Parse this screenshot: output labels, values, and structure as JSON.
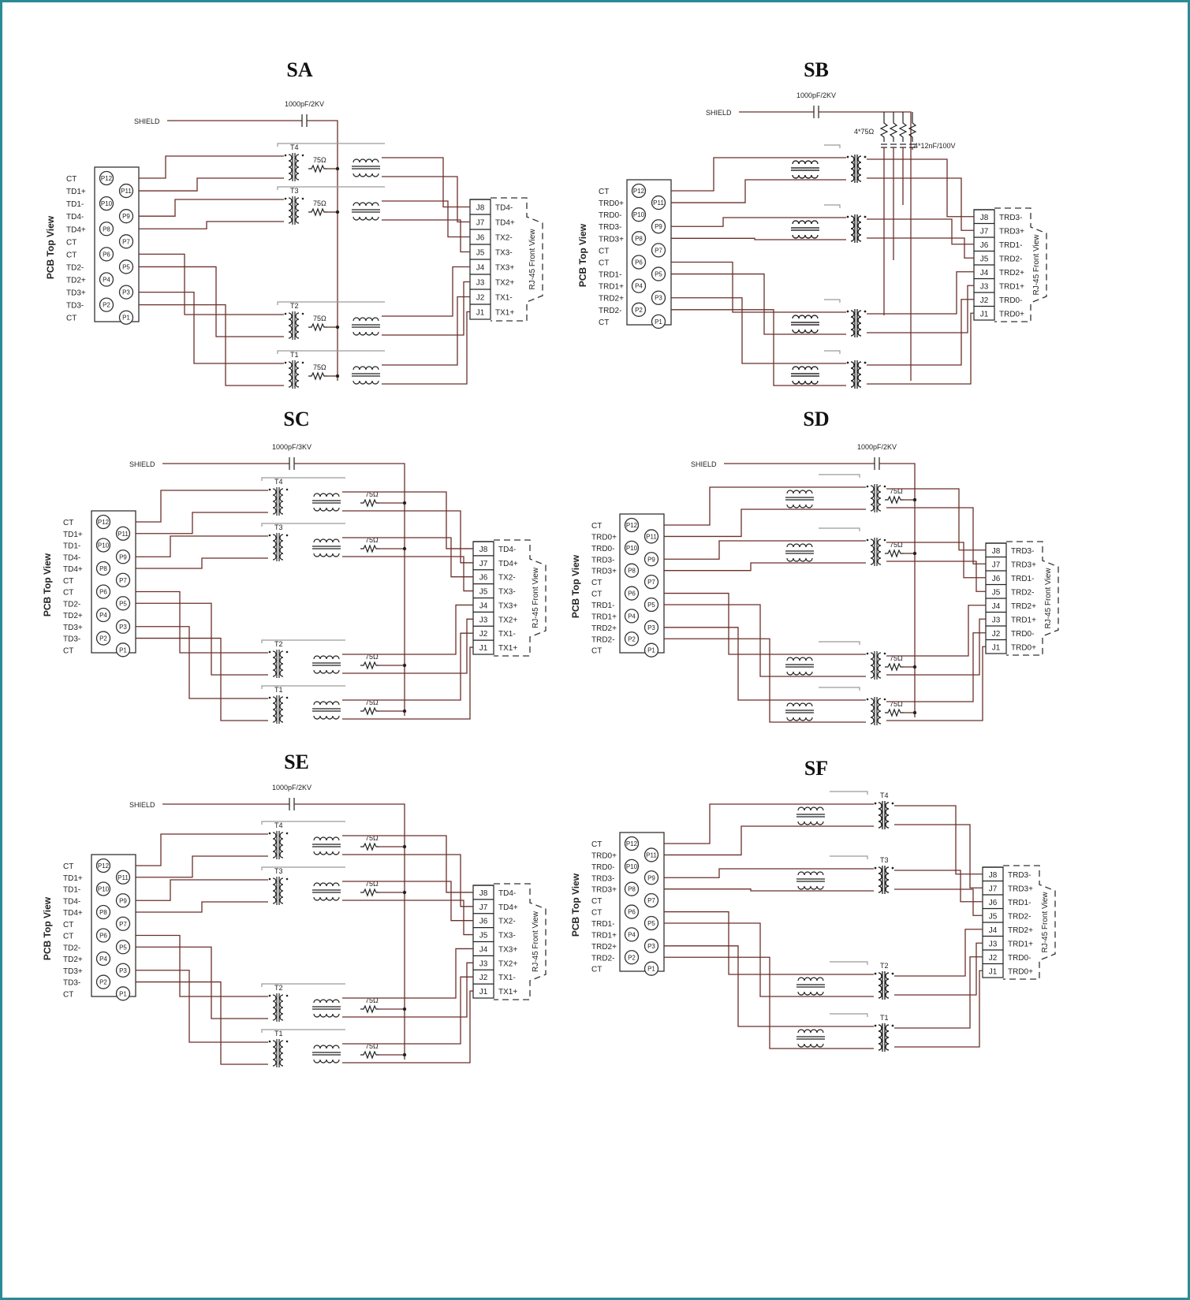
{
  "panels": [
    {
      "id": "SA",
      "title": "SA",
      "shield_label": "SHIELD",
      "cap_label": "1000pF/2KV",
      "transformer_labels": [
        "T4",
        "T3",
        "T2",
        "T1"
      ],
      "resistor_label": "75Ω",
      "left_labels": [
        "CT",
        "TD1+",
        "TD1-",
        "TD4-",
        "TD4+",
        "CT",
        "CT",
        "TD2-",
        "TD2+",
        "TD3+",
        "TD3-",
        "CT"
      ],
      "pcb_label": "PCB  Top  View",
      "pins": [
        "P12",
        "P11",
        "P10",
        "P9",
        "P8",
        "P7",
        "P6",
        "P5",
        "P4",
        "P3",
        "P2",
        "P1"
      ],
      "jack_pins": [
        "J8",
        "J7",
        "J6",
        "J5",
        "J4",
        "J3",
        "J2",
        "J1"
      ],
      "jack_labels": [
        "TD4-",
        "TD4+",
        "TX2-",
        "TX3-",
        "TX3+",
        "TX2+",
        "TX1-",
        "TX1+"
      ],
      "rj45_label": "RJ-45  Front  View"
    },
    {
      "id": "SB",
      "title": "SB",
      "shield_label": "SHIELD",
      "cap_label": "1000pF/2KV",
      "resistor_array_label": "4*75Ω",
      "cap_array_label": "4*12nF/100V",
      "left_labels": [
        "CT",
        "TRD0+",
        "TRD0-",
        "TRD3-",
        "TRD3+",
        "CT",
        "CT",
        "TRD1-",
        "TRD1+",
        "TRD2+",
        "TRD2-",
        "CT"
      ],
      "pcb_label": "PCB  Top  View",
      "pins": [
        "P12",
        "P11",
        "P10",
        "P9",
        "P8",
        "P7",
        "P6",
        "P5",
        "P4",
        "P3",
        "P2",
        "P1"
      ],
      "jack_pins": [
        "J8",
        "J7",
        "J6",
        "J5",
        "J4",
        "J3",
        "J2",
        "J1"
      ],
      "jack_labels": [
        "TRD3-",
        "TRD3+",
        "TRD1-",
        "TRD2-",
        "TRD2+",
        "TRD1+",
        "TRD0-",
        "TRD0+"
      ],
      "rj45_label": "RJ-45  Front  View"
    },
    {
      "id": "SC",
      "title": "SC",
      "shield_label": "SHIELD",
      "cap_label": "1000pF/3KV",
      "transformer_labels": [
        "T4",
        "T3",
        "T2",
        "T1"
      ],
      "resistor_label": "75Ω",
      "left_labels": [
        "CT",
        "TD1+",
        "TD1-",
        "TD4-",
        "TD4+",
        "CT",
        "CT",
        "TD2-",
        "TD2+",
        "TD3+",
        "TD3-",
        "CT"
      ],
      "pcb_label": "PCB  Top  View",
      "pins": [
        "P12",
        "P11",
        "P10",
        "P9",
        "P8",
        "P7",
        "P6",
        "P5",
        "P4",
        "P3",
        "P2",
        "P1"
      ],
      "jack_pins": [
        "J8",
        "J7",
        "J6",
        "J5",
        "J4",
        "J3",
        "J2",
        "J1"
      ],
      "jack_labels": [
        "TD4-",
        "TD4+",
        "TX2-",
        "TX3-",
        "TX3+",
        "TX2+",
        "TX1-",
        "TX1+"
      ],
      "rj45_label": "RJ-45  Front  View"
    },
    {
      "id": "SD",
      "title": "SD",
      "shield_label": "SHIELD",
      "cap_label": "1000pF/2KV",
      "resistor_label": "75Ω",
      "left_labels": [
        "CT",
        "TRD0+",
        "TRD0-",
        "TRD3-",
        "TRD3+",
        "CT",
        "CT",
        "TRD1-",
        "TRD1+",
        "TRD2+",
        "TRD2-",
        "CT"
      ],
      "pcb_label": "PCB  Top  View",
      "pins": [
        "P12",
        "P11",
        "P10",
        "P9",
        "P8",
        "P7",
        "P6",
        "P5",
        "P4",
        "P3",
        "P2",
        "P1"
      ],
      "jack_pins": [
        "J8",
        "J7",
        "J6",
        "J5",
        "J4",
        "J3",
        "J2",
        "J1"
      ],
      "jack_labels": [
        "TRD3-",
        "TRD3+",
        "TRD1-",
        "TRD2-",
        "TRD2+",
        "TRD1+",
        "TRD0-",
        "TRD0+"
      ],
      "rj45_label": "RJ-45  Front  View"
    },
    {
      "id": "SE",
      "title": "SE",
      "shield_label": "SHIELD",
      "cap_label": "1000pF/2KV",
      "transformer_labels": [
        "T4",
        "T3",
        "T2",
        "T1"
      ],
      "resistor_label": "75Ω",
      "left_labels": [
        "CT",
        "TD1+",
        "TD1-",
        "TD4-",
        "TD4+",
        "CT",
        "CT",
        "TD2-",
        "TD2+",
        "TD3+",
        "TD3-",
        "CT"
      ],
      "pcb_label": "PCB  Top  View",
      "pins": [
        "P12",
        "P11",
        "P10",
        "P9",
        "P8",
        "P7",
        "P6",
        "P5",
        "P4",
        "P3",
        "P2",
        "P1"
      ],
      "jack_pins": [
        "J8",
        "J7",
        "J6",
        "J5",
        "J4",
        "J3",
        "J2",
        "J1"
      ],
      "jack_labels": [
        "TD4-",
        "TD4+",
        "TX2-",
        "TX3-",
        "TX3+",
        "TX2+",
        "TX1-",
        "TX1+"
      ],
      "rj45_label": "RJ-45  Front  View"
    },
    {
      "id": "SF",
      "title": "SF",
      "transformer_labels": [
        "T4",
        "T3",
        "T2",
        "T1"
      ],
      "left_labels": [
        "CT",
        "TRD0+",
        "TRD0-",
        "TRD3-",
        "TRD3+",
        "CT",
        "CT",
        "TRD1-",
        "TRD1+",
        "TRD2+",
        "TRD2-",
        "CT"
      ],
      "pcb_label": "PCB  Top  View",
      "pins": [
        "P12",
        "P11",
        "P10",
        "P9",
        "P8",
        "P7",
        "P6",
        "P5",
        "P4",
        "P3",
        "P2",
        "P1"
      ],
      "jack_pins": [
        "J8",
        "J7",
        "J6",
        "J5",
        "J4",
        "J3",
        "J2",
        "J1"
      ],
      "jack_labels": [
        "TRD3-",
        "TRD3+",
        "TRD1-",
        "TRD2-",
        "TRD2+",
        "TRD1+",
        "TRD0-",
        "TRD0+"
      ],
      "rj45_label": "RJ-45  Front  View"
    }
  ],
  "colors": {
    "border": "#2a8b94",
    "wire": "#6b2f2a",
    "wire_gray": "#9a9a9a"
  }
}
